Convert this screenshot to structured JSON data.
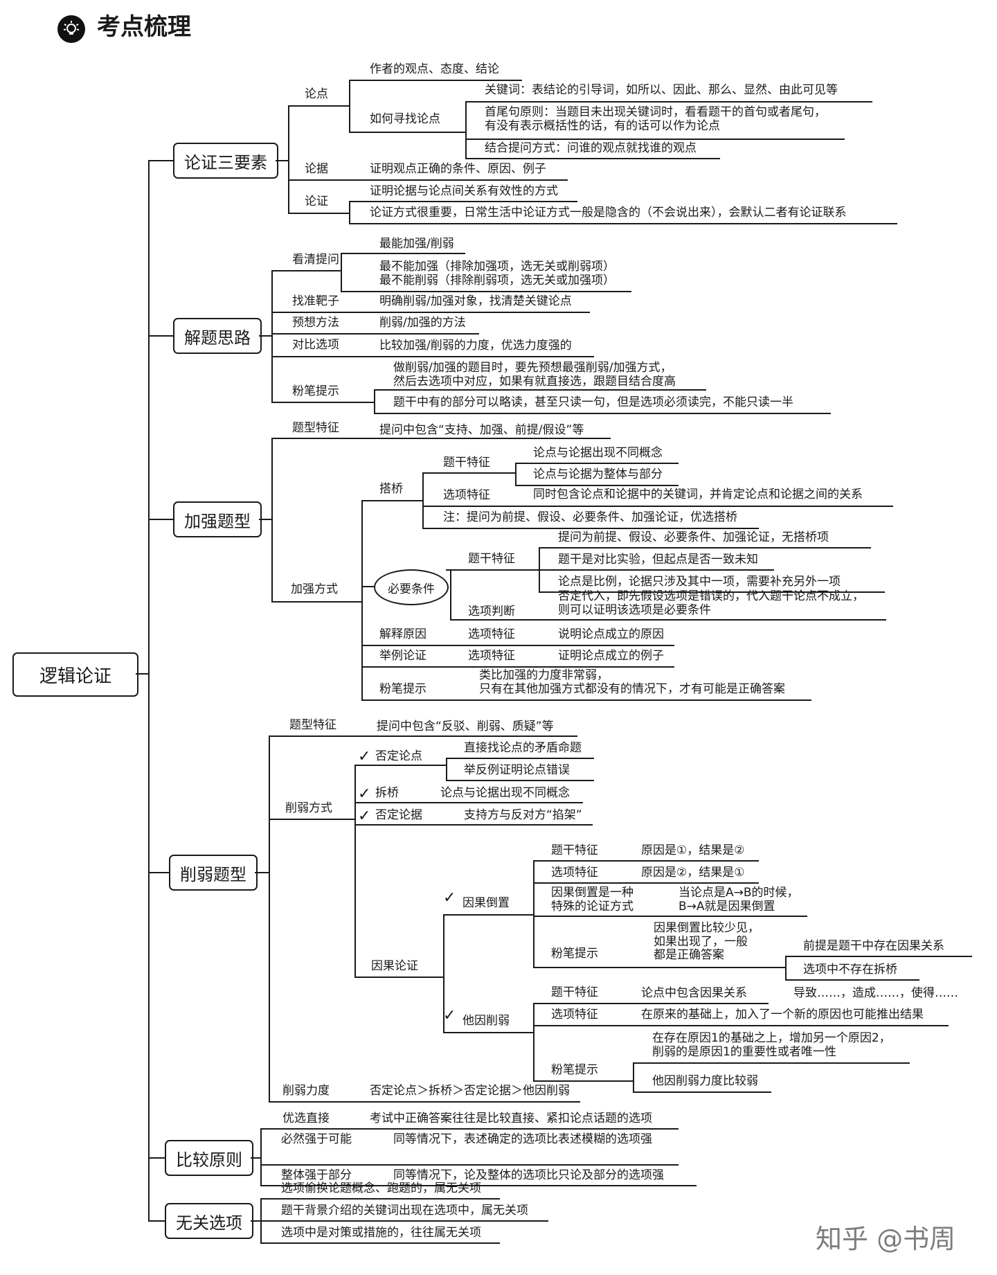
{
  "header": {
    "title": "考点梳理",
    "icon": "lightbulb-icon"
  },
  "watermark": "知乎 @书周",
  "root": "逻辑论证",
  "sections": {
    "s1": {
      "title": "论证三要素",
      "lundian": {
        "label": "论点",
        "item1": "作者的观点、态度、结论",
        "find": {
          "label": "如何寻找论点",
          "items": [
            "关键词：表结论的引导词，如所以、因此、那么、显然、由此可见等",
            "首尾句原则：当题目未出现关键词时，看看题干的首句或者尾句，\n有没有表示概括性的话，有的话可以作为论点",
            "结合提问方式：问谁的观点就找谁的观点"
          ]
        }
      },
      "lunju": {
        "label": "论据",
        "item": "证明观点正确的条件、原因、例子"
      },
      "lunzheng": {
        "label": "论证",
        "items": [
          "证明论据与论点间关系有效性的方式",
          "论证方式很重要，日常生活中论证方式一般是隐含的（不会说出来），会默认二者有论证联系"
        ]
      }
    },
    "s2": {
      "title": "解题思路",
      "ask": {
        "label": "看清提问",
        "items": [
          "最能加强/削弱",
          "最不能加强（排除加强项，选无关或削弱项）\n最不能削弱（排除削弱项，选无关或加强项）"
        ]
      },
      "target": {
        "label": "找准靶子",
        "item": "明确削弱/加强对象，找清楚关键论点"
      },
      "method": {
        "label": "预想方法",
        "item": "削弱/加强的方法"
      },
      "compare": {
        "label": "对比选项",
        "item": "比较加强/削弱的力度，优选力度强的"
      },
      "tips": {
        "label": "粉笔提示",
        "items": [
          "做削弱/加强的题目时，要先预想最强削弱/加强方式，\n然后去选项中对应，如果有就直接选，跟题目结合度高",
          "题干中有的部分可以略读，甚至只读一句，但是选项必须读完，不能只读一半"
        ]
      }
    },
    "s3": {
      "title": "加强题型",
      "feature": {
        "label": "题型特征",
        "item": "提问中包含“支持、加强、前提/假设”等"
      },
      "ways": {
        "label": "加强方式",
        "bridge": {
          "label": "搭桥",
          "stem": {
            "label": "题干特征",
            "items": [
              "论点与论据出现不同概念",
              "论点与论据为整体与部分"
            ]
          },
          "option": {
            "label": "选项特征",
            "item": "同时包含论点和论据中的关键词，并肯定论点和论据之间的关系"
          },
          "note": "注：提问为前提、假设、必要条件、加强论证，优选搭桥"
        },
        "necessary": {
          "label": "必要条件",
          "stem": {
            "label": "题干特征",
            "items": [
              "提问为前提、假设、必要条件、加强论证，无搭桥项",
              "题干是对比实验，但起点是否一致未知",
              "论点是比例，论据只涉及其中一项，需要补充另外一项"
            ]
          },
          "judge": {
            "label": "选项判断",
            "item": "否定代入，即先假设选项是错误的，代入题干论点不成立，\n则可以证明该选项是必要条件"
          }
        },
        "reason": {
          "label": "解释原因",
          "sub": "选项特征",
          "item": "说明论点成立的原因"
        },
        "example": {
          "label": "举例论证",
          "sub": "选项特征",
          "item": "证明论点成立的例子"
        },
        "tips": {
          "label": "粉笔提示",
          "item": "类比加强的力度非常弱，\n只有在其他加强方式都没有的情况下，才有可能是正确答案"
        }
      }
    },
    "s4": {
      "title": "削弱题型",
      "feature": {
        "label": "题型特征",
        "item": "提问中包含“反驳、削弱、质疑”等"
      },
      "ways": {
        "label": "削弱方式",
        "negate_point": {
          "label": "否定论点",
          "items": [
            "直接找论点的矛盾命题",
            "举反例证明论点错误"
          ]
        },
        "unbridge": {
          "label": "拆桥",
          "item": "论点与论据出现不同概念"
        },
        "negate_evidence": {
          "label": "否定论据",
          "item": "支持方与反对方“掐架”"
        },
        "causal": {
          "label": "因果论证",
          "reverse": {
            "label": "因果倒置",
            "stem": {
              "label": "题干特征",
              "item": "原因是①，结果是②"
            },
            "option": {
              "label": "选项特征",
              "item": "原因是②，结果是①"
            },
            "special": {
              "label": "因果倒置是一种\n特殊的论证方式",
              "item": "当论点是A→B的时候，\nB→A就是因果倒置"
            },
            "tips": {
              "label": "粉笔提示",
              "item": "因果倒置比较少见，\n如果出现了，一般\n都是正确答案",
              "subs": [
                "前提是题干中存在因果关系",
                "选项中不存在拆桥"
              ]
            }
          },
          "other": {
            "label": "他因削弱",
            "stem": {
              "label": "题干特征",
              "item": "论点中包含因果关系",
              "extra": "导致……，造成……，使得……"
            },
            "option": {
              "label": "选项特征",
              "item": "在原来的基础上，加入了一个新的原因也可能推出结果"
            },
            "tips": {
              "label": "粉笔提示",
              "items": [
                "在存在原因1的基础之上，增加另一个原因2，\n削弱的是原因1的重要性或者唯一性",
                "他因削弱力度比较弱"
              ]
            }
          }
        }
      },
      "strength": {
        "label": "削弱力度",
        "item": "否定论点＞拆桥＞否定论据＞他因削弱"
      }
    },
    "s5": {
      "title": "比较原则",
      "rows": [
        {
          "label": "优选直接",
          "item": "考试中正确答案往往是比较直接、紧扣论点话题的选项"
        },
        {
          "label": "必然强于可能",
          "item": "同等情况下，表述确定的选项比表述模糊的选项强"
        },
        {
          "label": "整体强于部分",
          "item": "同等情况下，论及整体的选项比只论及部分的选项强"
        }
      ]
    },
    "s6": {
      "title": "无关选项",
      "items": [
        "选项偷换论题概念、跑题的，属无关项",
        "题干背景介绍的关键词出现在选项中，属无关项",
        "选项中是对策或措施的，往往属无关项"
      ]
    }
  }
}
